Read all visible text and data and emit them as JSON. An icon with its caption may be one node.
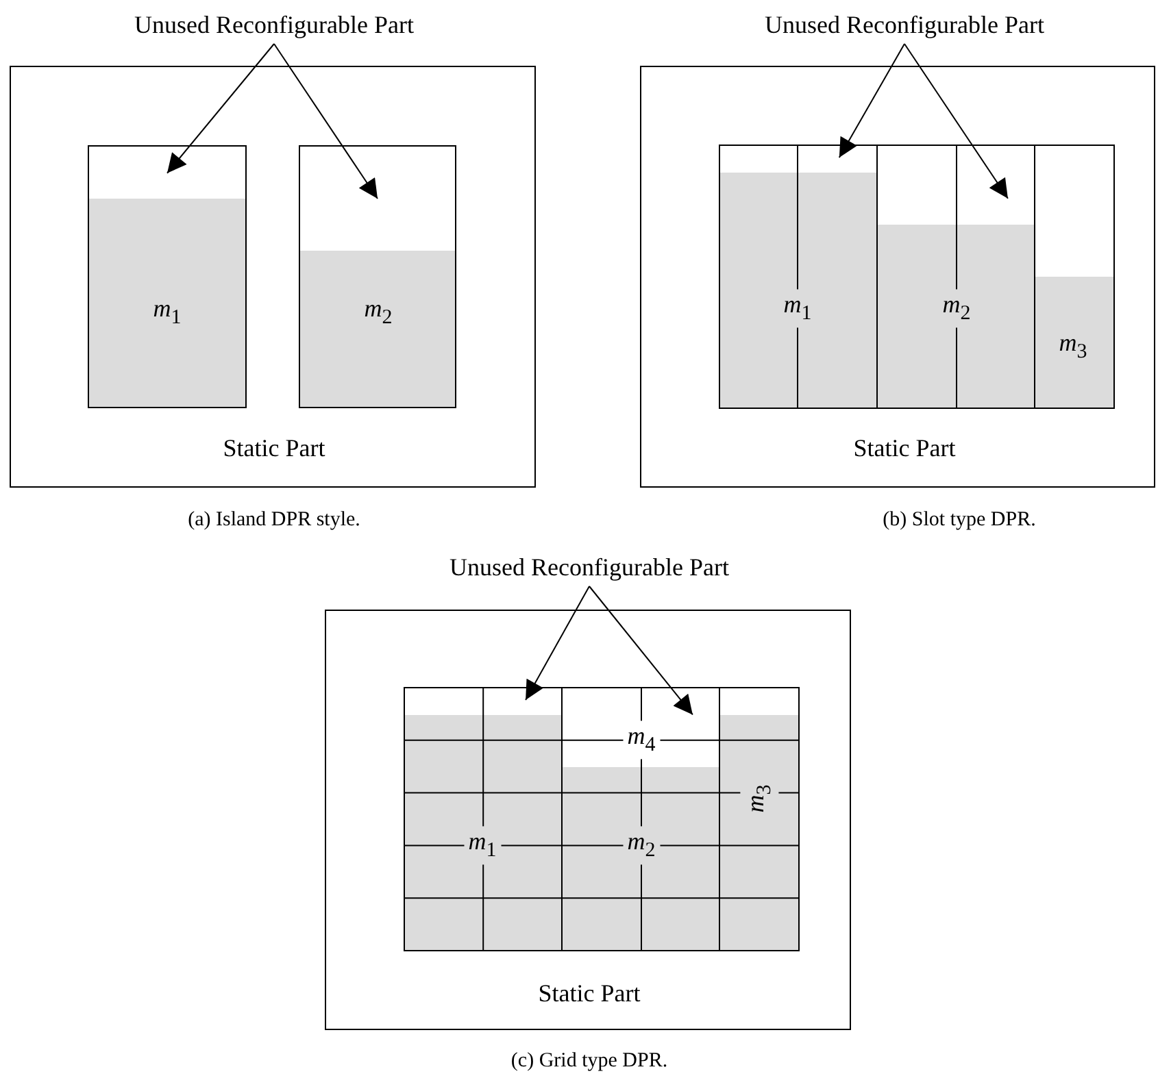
{
  "diagram": {
    "nodes": [
      {
        "text": [
          "Unused Reconfigurable Part"
        ]
      },
      {
        "text": [
          "Static Part"
        ]
      },
      {
        "text": [
          "*m*$_{1}$"
        ],
        "in": 1
      },
      {
        "text": [],
        "shape": "box",
        "in": 2
      },
      {
        "text": [
          "*m*$_{2}$"
        ],
        "in": 1
      },
      {
        "text": [],
        "shape": "box",
        "in": 4
      },
      {
        "text": [
          "Unused Reconfigurable Part"
        ]
      },
      {
        "text": [
          "Static Part"
        ]
      },
      {
        "text": [
          "*m*$_{1}$"
        ],
        "in": 7
      },
      {
        "text": [],
        "shape": "box",
        "in": 8
      },
      {
        "text": [
          "*m*$_{2}$"
        ],
        "in": 7
      },
      {
        "text": [],
        "shape": "box",
        "in": 10
      },
      {
        "text": [
          "*m*$_{3}$"
        ],
        "in": 7
      },
      {
        "text": [],
        "shape": "box",
        "in": 12
      },
      {
        "text": [
          "Unused Reconfigurable Part"
        ]
      },
      {
        "text": [
          "Static Part"
        ]
      },
      {
        "text": [
          "*m*$_{1}$"
        ],
        "in": 15
      },
      {
        "text": [],
        "shape": "box",
        "in": 16
      },
      {
        "text": [
          "*m*$_{4}$"
        ],
        "in": 15
      },
      {
        "text": [
          "*m*$_{2}$"
        ],
        "in": 15
      },
      {
        "text": [
          "*m*$_{3}$"
        ],
        "in": 15
      },
      {
        "text": [],
        "shape": "box",
        "in": 20
      }
    ],
    "edges": [
      {
        "from": 0,
        "to": 3,
        "arrow": "to"
      },
      {
        "from": 0,
        "to": 5,
        "arrow": "to"
      },
      {
        "from": 6,
        "to": 9,
        "arrow": "to"
      },
      {
        "from": 6,
        "to": 11,
        "arrow": "to"
      },
      {
        "from": 14,
        "to": 17,
        "arrow": "to"
      },
      {
        "from": 14,
        "to": 18,
        "arrow": "to"
      }
    ],
    "labels": [
      "(a) Island DPR style.",
      "(b) Slot type DPR.",
      "(c) Grid type DPR."
    ]
  }
}
